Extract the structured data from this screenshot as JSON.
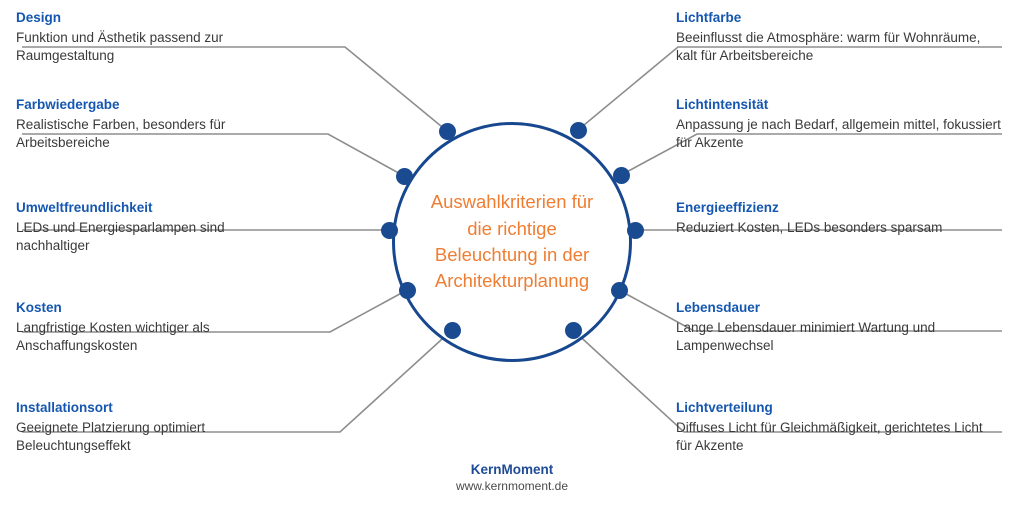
{
  "colors": {
    "node": "#1a4b91",
    "circle_border": "#17478f",
    "hub_text": "#ef7d32",
    "branch_title": "#1557b0",
    "branch_desc": "#3a3a3a",
    "connector": "#8d8d8d",
    "background": "#ffffff"
  },
  "hub": {
    "text": "Auswahlkriterien für\ndie richtige\nBeleuchtung in der\nArchitekturplanung"
  },
  "branches": [
    {
      "id": "design",
      "title": "Design",
      "desc": "Funktion und Ästhetik passend zur Raumgestaltung",
      "side": "left"
    },
    {
      "id": "farbwiedergabe",
      "title": "Farbwiedergabe",
      "desc": "Realistische Farben, besonders für Arbeitsbereiche",
      "side": "left"
    },
    {
      "id": "umweltfreundlichkeit",
      "title": "Umweltfreundlichkeit",
      "desc": "LEDs und Energiesparlampen sind nachhaltiger",
      "side": "left"
    },
    {
      "id": "kosten",
      "title": "Kosten",
      "desc": "Langfristige Kosten wichtiger als Anschaffungskosten",
      "side": "left"
    },
    {
      "id": "installationsort",
      "title": "Installationsort",
      "desc": "Geeignete Platzierung optimiert Beleuchtungseffekt",
      "side": "left"
    },
    {
      "id": "lichtfarbe",
      "title": "Lichtfarbe",
      "desc": "Beeinflusst die Atmosphäre: warm für Wohnräume, kalt für Arbeitsbereiche",
      "side": "right"
    },
    {
      "id": "lichtintensitaet",
      "title": "Lichtintensität",
      "desc": "Anpassung je nach Bedarf, allgemein mittel, fokussiert für Akzente",
      "side": "right"
    },
    {
      "id": "energieeffizienz",
      "title": "Energieeffizienz",
      "desc": "Reduziert Kosten, LEDs besonders sparsam",
      "side": "right"
    },
    {
      "id": "lebensdauer",
      "title": "Lebensdauer",
      "desc": "Lange Lebensdauer minimiert Wartung und Lampenwechsel",
      "side": "right"
    },
    {
      "id": "lichtverteilung",
      "title": "Lichtverteilung",
      "desc": "Diffuses Licht für Gleichmäßigkeit, gerichtetes Licht für Akzente",
      "side": "right"
    }
  ],
  "brand": {
    "name": "KernMoment",
    "url": "www.kernmoment.de"
  }
}
